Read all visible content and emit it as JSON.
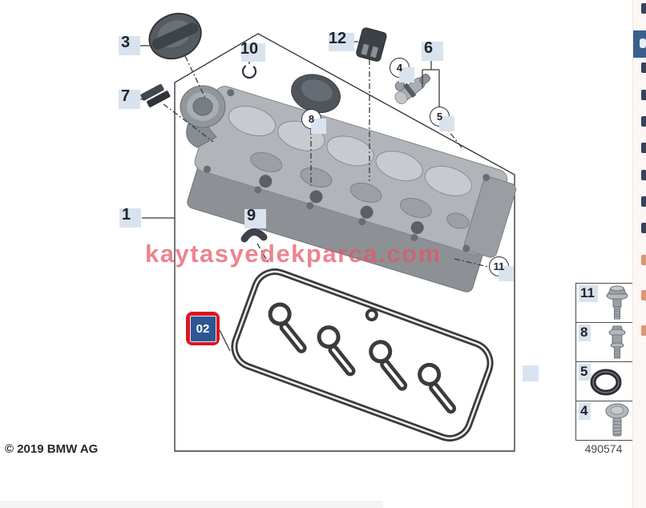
{
  "page": {
    "watermark": "kaytasyedekparca.com",
    "copyright": "© 2019 BMW AG",
    "diagram_number": "490574"
  },
  "colors": {
    "callout_background_blue": "#d9e3ef",
    "selection_frame_red": "#dc1620",
    "selection_fill_blue": "#2d5693",
    "watermark_pink": "#e5545f",
    "selected_list_row_blue": "#3b5f8c",
    "diagram_line": "#3b3b3b"
  },
  "callouts": {
    "c1": {
      "label": "1"
    },
    "c3": {
      "label": "3"
    },
    "c4": {
      "label": "4"
    },
    "c5": {
      "label": "5"
    },
    "c6": {
      "label": "6"
    },
    "c7": {
      "label": "7"
    },
    "c8": {
      "label": "8"
    },
    "c9": {
      "label": "9"
    },
    "c10": {
      "label": "10"
    },
    "c11": {
      "label": "11"
    },
    "c12": {
      "label": "12"
    },
    "c02": {
      "label": "02"
    }
  },
  "parts_panel": {
    "rows": [
      {
        "ref": "11",
        "icon": "combination-screw-icon"
      },
      {
        "ref": "8",
        "icon": "stud-bolt-icon"
      },
      {
        "ref": "5",
        "icon": "o-ring-icon"
      },
      {
        "ref": "4",
        "icon": "round-head-screw-icon"
      }
    ]
  }
}
